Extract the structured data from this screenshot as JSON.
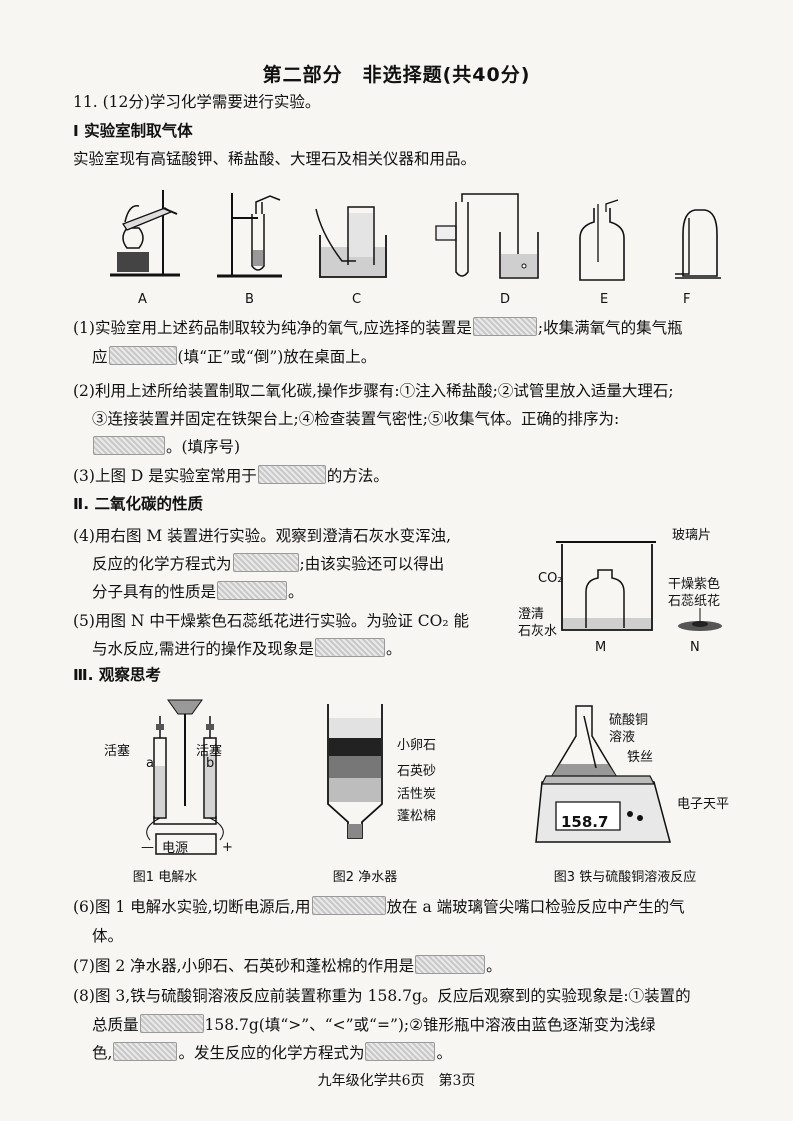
{
  "title": "第二部分　非选择题(共40分)",
  "q11": "11. (12分)学习化学需要进行实验。",
  "sec1": {
    "heading": "Ⅰ 实验室制取气体",
    "intro": "实验室现有高锰酸钾、稀盐酸、大理石及相关仪器和用品。",
    "labels": [
      "A",
      "B",
      "C",
      "D",
      "E",
      "F"
    ]
  },
  "q1": {
    "a": "(1)实验室用上述药品制取较为纯净的氧气,应选择的装置是",
    "b": ";收集满氧气的集气瓶",
    "c": "应",
    "d": "(填“正”或“倒”)放在桌面上。"
  },
  "q2": {
    "a": "(2)利用上述所给装置制取二氧化碳,操作步骤有:①注入稀盐酸;②试管里放入适量大理石;",
    "b": "③连接装置并固定在铁架台上;④检查装置气密性;⑤收集气体。正确的排序为:",
    "c": "。(填序号)"
  },
  "q3": {
    "a": "(3)上图 D 是实验室常用于",
    "b": "的方法。"
  },
  "sec2": {
    "heading": "Ⅱ. 二氧化碳的性质"
  },
  "q4": {
    "a": "(4)用右图 M 装置进行实验。观察到澄清石灰水变浑浊,",
    "b": "反应的化学方程式为",
    "c": ";由该实验还可以得出",
    "d": "分子具有的性质是",
    "e": "。"
  },
  "q5": {
    "a": "(5)用图 N 中干燥紫色石蕊纸花进行实验。为验证 CO₂ 能",
    "b": "与水反应,需进行的操作及现象是",
    "c": "。"
  },
  "figM": {
    "glass": "玻璃片",
    "co2": "CO₂",
    "lime1": "澄清",
    "lime2": "石灰水",
    "m": "M",
    "paper1": "干燥紫色",
    "paper2": "石蕊纸花",
    "n": "N"
  },
  "sec3": {
    "heading": "Ⅲ. 观察思考"
  },
  "fig1": {
    "valve_l": "活塞",
    "valve_r": "活塞",
    "a": "a",
    "b": "b",
    "power": "电源",
    "minus": "—",
    "plus": "+",
    "caption": "图1  电解水"
  },
  "fig2": {
    "l1": "小卵石",
    "l2": "石英砂",
    "l3": "活性炭",
    "l4": "蓬松棉",
    "caption": "图2  净水器"
  },
  "fig3": {
    "l1": "硫酸铜",
    "l2": "溶液",
    "l3": "铁丝",
    "l4": "电子天平",
    "reading": "158.7",
    "caption": "图3  铁与硫酸铜溶液反应"
  },
  "q6": {
    "a": "(6)图 1 电解水实验,切断电源后,用",
    "b": "放在 a 端玻璃管尖嘴口检验反应中产生的气",
    "c": "体。"
  },
  "q7": {
    "a": "(7)图 2 净水器,小卵石、石英砂和蓬松棉的作用是",
    "b": "。"
  },
  "q8": {
    "a": "(8)图 3,铁与硫酸铜溶液反应前装置称重为 158.7g。反应后观察到的实验现象是:①装置的",
    "b": "总质量",
    "c": "158.7g(填“>”、“<”或“=”);②锥形瓶中溶液由蓝色逐渐变为浅绿",
    "d": "色,",
    "e": "。发生反应的化学方程式为",
    "f": "。"
  },
  "footer": "九年级化学共6页　第3页"
}
